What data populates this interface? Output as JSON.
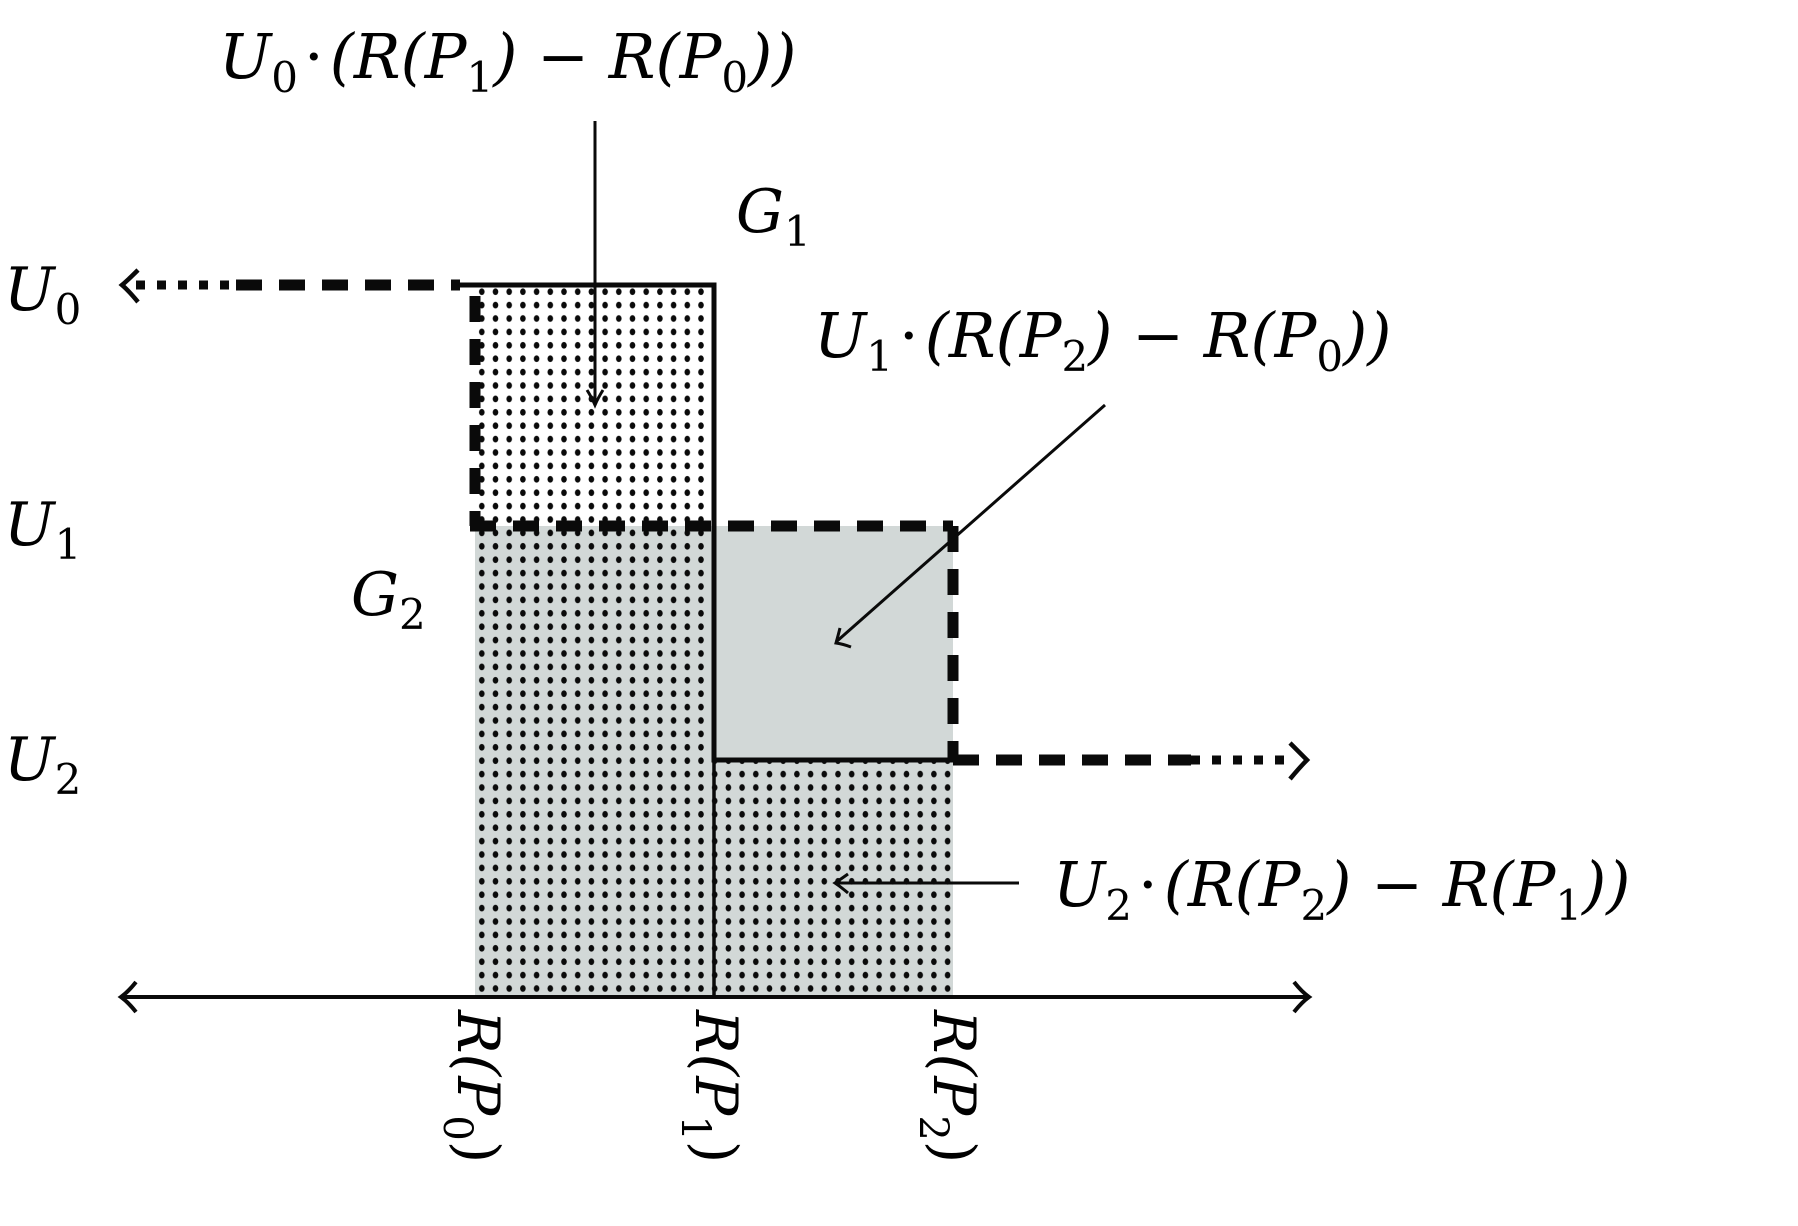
{
  "diagram": {
    "colors": {
      "shade": "#d2d8d7",
      "ink": "#0a0a0a",
      "background": "#ffffff"
    },
    "y_levels": [
      {
        "label": "U",
        "sub": "0"
      },
      {
        "label": "U",
        "sub": "1"
      },
      {
        "label": "U",
        "sub": "2"
      }
    ],
    "x_ticks": [
      {
        "label": "R(P",
        "sub": "0",
        "close": ")"
      },
      {
        "label": "R(P",
        "sub": "1",
        "close": ")"
      },
      {
        "label": "R(P",
        "sub": "2",
        "close": ")"
      }
    ],
    "curves": [
      {
        "label": "G",
        "sub": "1"
      },
      {
        "label": "G",
        "sub": "2"
      }
    ],
    "annotations": [
      {
        "U": "U",
        "Usub": "0",
        "dot": "·",
        "open": "(R(P",
        "a": "1",
        "mid": ") − R(P",
        "b": "0",
        "close": "))"
      },
      {
        "U": "U",
        "Usub": "1",
        "dot": "·",
        "open": "(R(P",
        "a": "2",
        "mid": ") − R(P",
        "b": "0",
        "close": "))"
      },
      {
        "U": "U",
        "Usub": "2",
        "dot": "·",
        "open": "(R(P",
        "a": "2",
        "mid": ") − R(P",
        "b": "1",
        "close": "))"
      }
    ]
  }
}
